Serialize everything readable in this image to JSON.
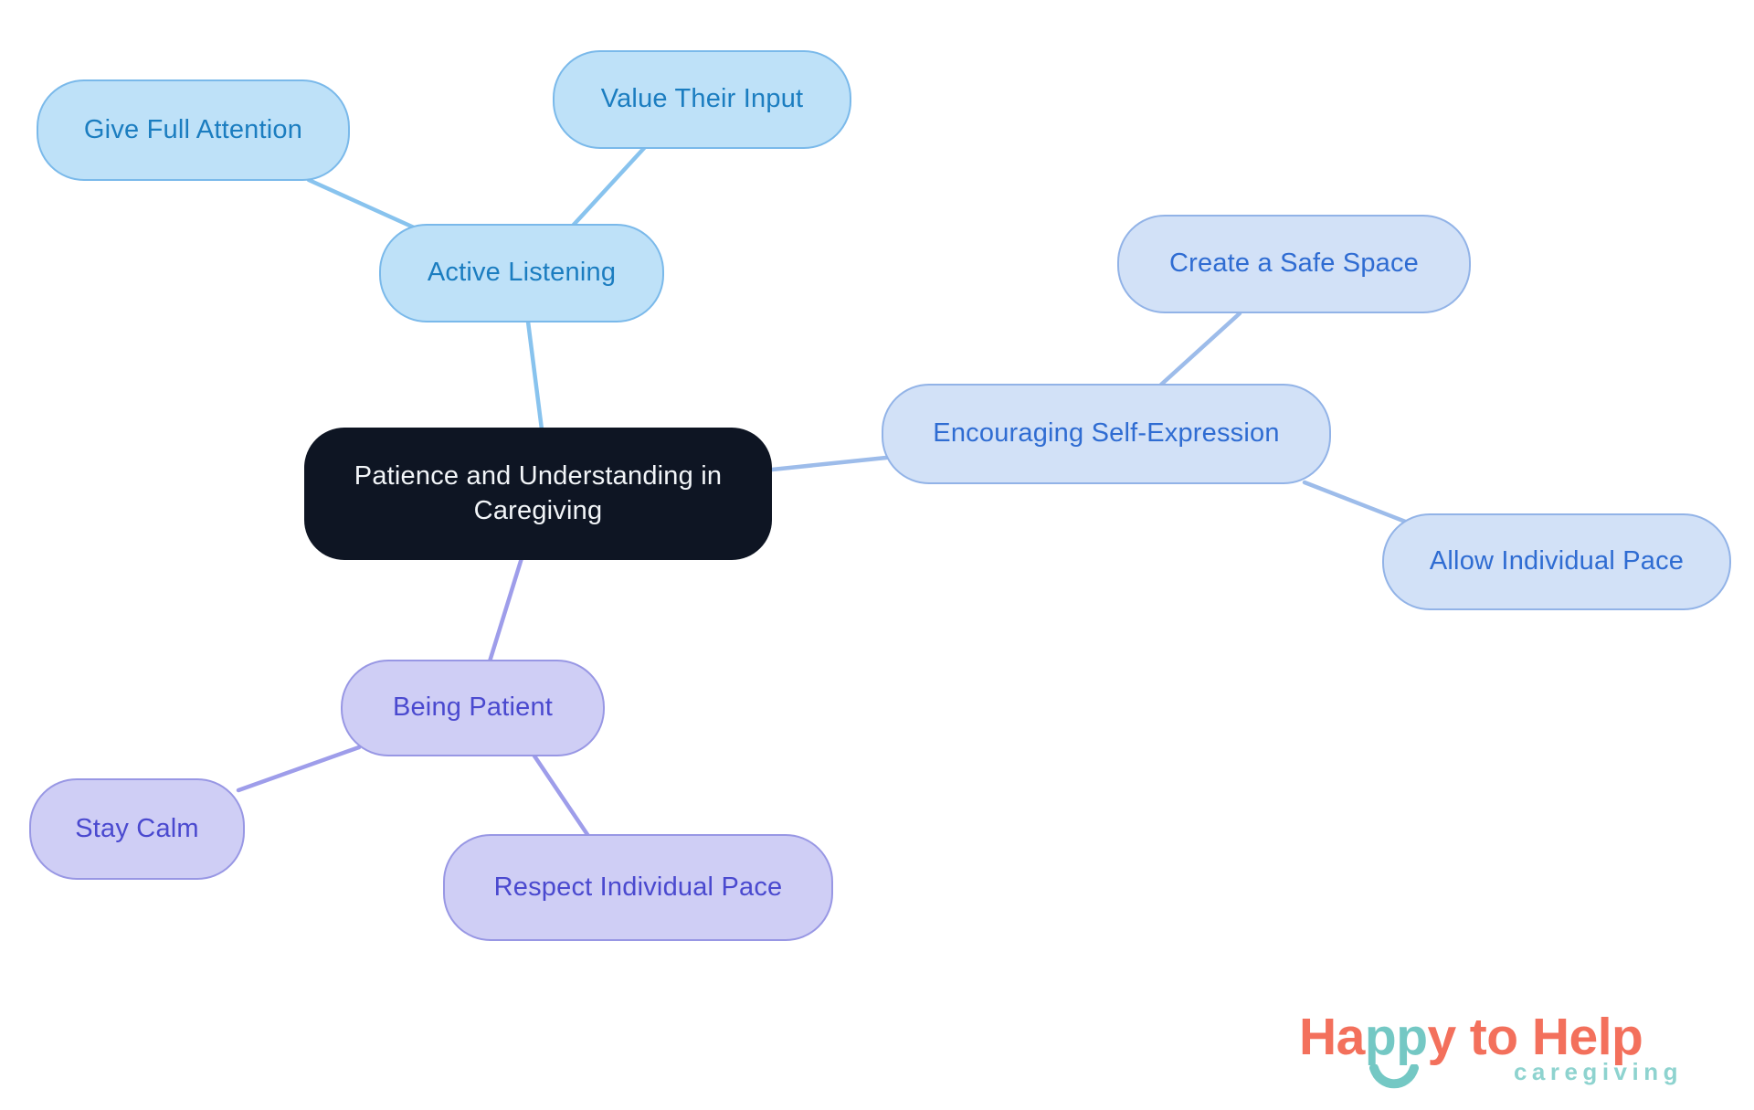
{
  "canvas": {
    "background": "#ffffff"
  },
  "mindmap": {
    "root": {
      "label": "Patience and Understanding in Caregiving",
      "fill": "#0e1523",
      "text_color": "#f2f5f8"
    },
    "branches": [
      {
        "label": "Active Listening",
        "fill": "#bee1f8",
        "border": "#7ab9ea",
        "text_color": "#1b7dc0",
        "line_color": "#88c3ee",
        "children": [
          {
            "label": "Give Full Attention"
          },
          {
            "label": "Value Their Input"
          }
        ]
      },
      {
        "label": "Encouraging Self-Expression",
        "fill": "#d2e1f7",
        "border": "#92b3e7",
        "text_color": "#2f6cd2",
        "line_color": "#9dbcea",
        "children": [
          {
            "label": "Create a Safe Space"
          },
          {
            "label": "Allow Individual Pace"
          }
        ]
      },
      {
        "label": "Being Patient",
        "fill": "#cfcef5",
        "border": "#9897e4",
        "text_color": "#4a49cf",
        "line_color": "#9e9dea",
        "children": [
          {
            "label": "Stay Calm"
          },
          {
            "label": "Respect Individual Pace"
          }
        ]
      }
    ]
  },
  "logo": {
    "part1": "Ha",
    "part2": "pp",
    "part3": "y",
    "part4": "to Help",
    "subtitle": "caregiving",
    "coral": "#f3705c",
    "teal": "#74c8c4",
    "subtitle_color": "#8ed3cf"
  }
}
